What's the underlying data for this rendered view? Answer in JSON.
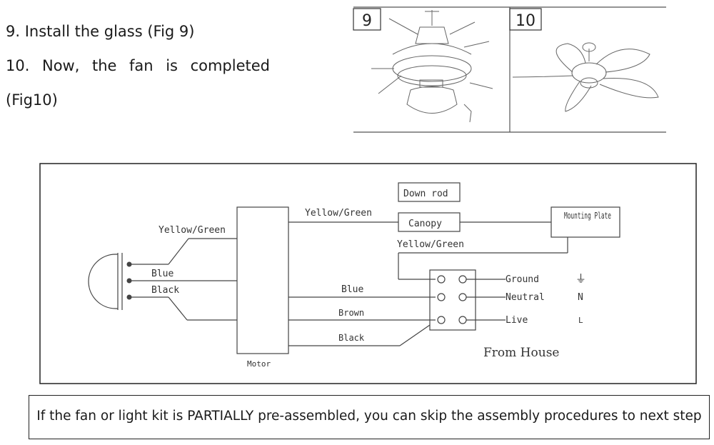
{
  "instructions": {
    "step9": "9. Install the glass   (Fig 9)",
    "step10": "10. Now, the fan is completed",
    "step10_cont": "(Fig10)"
  },
  "figures": {
    "fig9_label": "9",
    "fig10_label": "10"
  },
  "wiring": {
    "downrod": "Down rod",
    "canopy": "Canopy",
    "mounting_plate": "Mounting Plate",
    "motor": "Motor",
    "from_house": "From House",
    "wires": {
      "yellow_green_light": "Yellow/Green",
      "yellow_green_motor": "Yellow/Green",
      "yellow_green_canopy": "Yellow/Green",
      "blue_light": "Blue",
      "black_light": "Black",
      "blue_motor": "Blue",
      "brown_motor": "Brown",
      "black_motor": "Black"
    },
    "terminals": {
      "ground": "Ground",
      "neutral": "Neutral",
      "live": "Live"
    },
    "symbols": {
      "ground": "⏚",
      "neutral": "N",
      "live": "L"
    }
  },
  "note": "If the fan or light kit is PARTIALLY pre-assembled, you can skip the assembly procedures to next step"
}
